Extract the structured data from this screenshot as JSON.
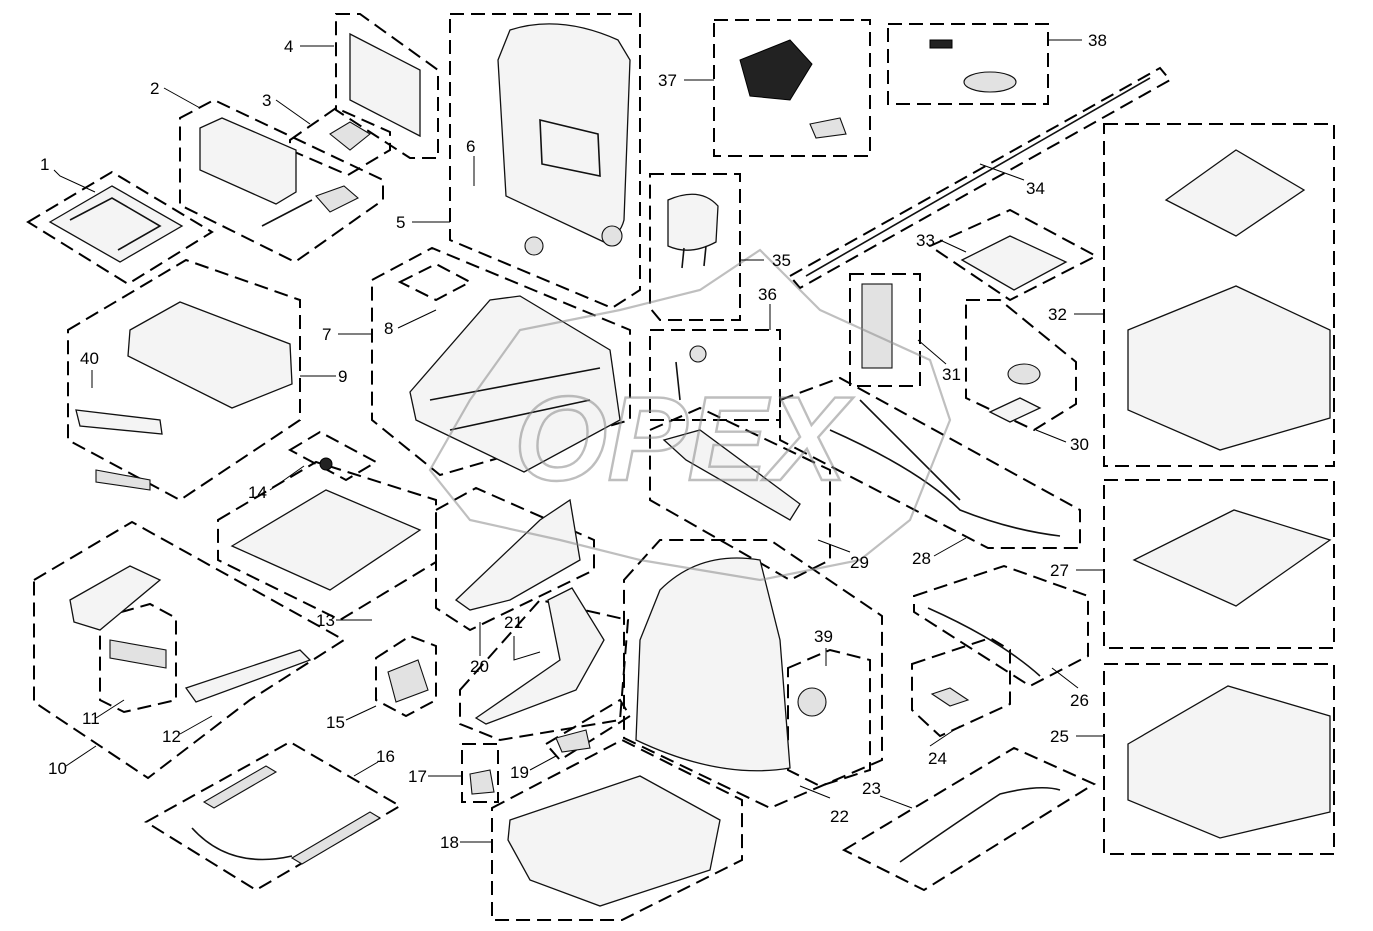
{
  "watermark": {
    "text": "OPEX",
    "color": "#8a8a8a"
  },
  "callouts": [
    {
      "id": "p1",
      "label": "1"
    },
    {
      "id": "p2",
      "label": "2"
    },
    {
      "id": "p3",
      "label": "3"
    },
    {
      "id": "p4",
      "label": "4"
    },
    {
      "id": "p5",
      "label": "5"
    },
    {
      "id": "p6",
      "label": "6"
    },
    {
      "id": "p7",
      "label": "7"
    },
    {
      "id": "p8",
      "label": "8"
    },
    {
      "id": "p9",
      "label": "9"
    },
    {
      "id": "p10",
      "label": "10"
    },
    {
      "id": "p11",
      "label": "11"
    },
    {
      "id": "p12",
      "label": "12"
    },
    {
      "id": "p13",
      "label": "13"
    },
    {
      "id": "p14",
      "label": "14"
    },
    {
      "id": "p15",
      "label": "15"
    },
    {
      "id": "p16",
      "label": "16"
    },
    {
      "id": "p17",
      "label": "17"
    },
    {
      "id": "p18",
      "label": "18"
    },
    {
      "id": "p19",
      "label": "19"
    },
    {
      "id": "p20",
      "label": "20"
    },
    {
      "id": "p21",
      "label": "21"
    },
    {
      "id": "p22",
      "label": "22"
    },
    {
      "id": "p23",
      "label": "23"
    },
    {
      "id": "p24",
      "label": "24"
    },
    {
      "id": "p25",
      "label": "25"
    },
    {
      "id": "p26",
      "label": "26"
    },
    {
      "id": "p27",
      "label": "27"
    },
    {
      "id": "p28",
      "label": "28"
    },
    {
      "id": "p29",
      "label": "29"
    },
    {
      "id": "p30",
      "label": "30"
    },
    {
      "id": "p31",
      "label": "31"
    },
    {
      "id": "p32",
      "label": "32"
    },
    {
      "id": "p33",
      "label": "33"
    },
    {
      "id": "p34",
      "label": "34"
    },
    {
      "id": "p35",
      "label": "35"
    },
    {
      "id": "p36",
      "label": "36"
    },
    {
      "id": "p37",
      "label": "37"
    },
    {
      "id": "p38",
      "label": "38"
    },
    {
      "id": "p39",
      "label": "39"
    },
    {
      "id": "p40",
      "label": "40"
    }
  ]
}
